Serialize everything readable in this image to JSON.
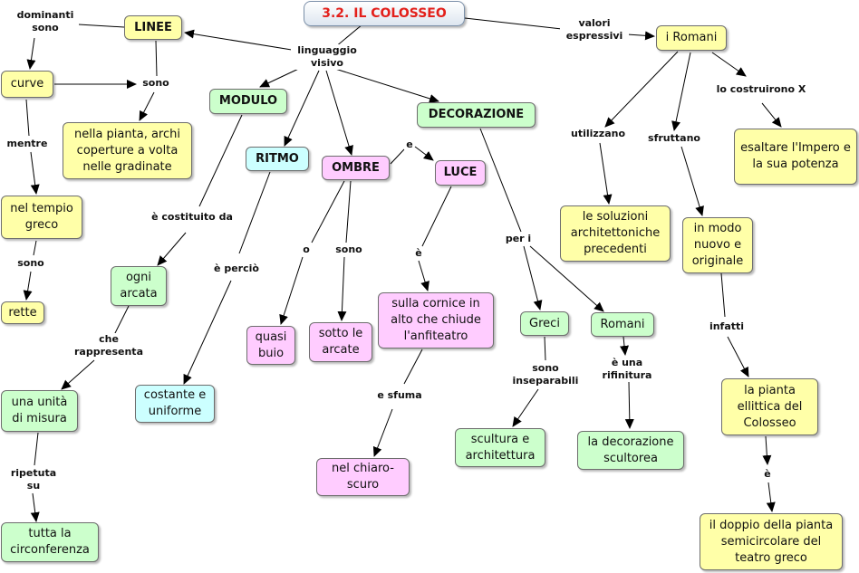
{
  "colors": {
    "title_text": "#e3201b",
    "line": "#000000",
    "yellow": "#ffffa8",
    "green": "#ccffcc",
    "cyan": "#ccffff",
    "pink": "#ffccff"
  },
  "nodes": {
    "title": "3.2. IL COLOSSEO",
    "linee": "LINEE",
    "curve": "curve",
    "pianta_archi": "nella pianta, archi coperture a volta nelle gradinate",
    "tempio_greco": "nel tempio greco",
    "rette": "rette",
    "modulo": "MODULO",
    "ogni_arcata": "ogni arcata",
    "unita_misura": "una unità di misura",
    "circonferenza": "tutta la circonferenza",
    "ritmo": "RITMO",
    "costante": "costante e uniforme",
    "ombre": "OMBRE",
    "quasi_buio": "quasi buio",
    "sotto_arcate": "sotto le arcate",
    "luce": "LUCE",
    "cornice": "sulla cornice in alto che chiude l'anfiteatro",
    "chiaroscuro": "nel chiaro-scuro",
    "decorazione": "DECORAZIONE",
    "greci": "Greci",
    "scultura": "scultura e architettura",
    "romani_dec": "Romani",
    "decorazione_scultorea": "la decorazione scultorea",
    "i_romani": "i Romani",
    "soluzioni": "le soluzioni architettoniche precedenti",
    "modo_nuovo": "in modo nuovo e originale",
    "pianta_ellittica": "la pianta ellittica del Colosseo",
    "doppio": "il doppio della pianta semicircolare del teatro greco",
    "esaltare": "esaltare l'Impero e la sua potenza"
  },
  "labels": {
    "dominanti_sono": "dominanti sono",
    "linguaggio_visivo": "linguaggio visivo",
    "valori_espressivi": "valori espressivi",
    "sono_linee": "sono",
    "mentre": "mentre",
    "sono_rette": "sono",
    "e_costituito_da": "è costituito da",
    "che_rappresenta": "che rappresenta",
    "ripetuta_su": "ripetuta su",
    "e_percio": "è perciò",
    "o": "o",
    "sono_ombre": "sono",
    "e_luce": "e",
    "e_luce2": "è",
    "e_sfuma": "e sfuma",
    "per_i": "per i",
    "sono_inseparabili": "sono inseparabili",
    "e_una_rifinitura": "è una rifinitura",
    "utilizzano": "utilizzano",
    "sfruttano": "sfruttano",
    "lo_costruirono_x": "lo costruirono X",
    "infatti": "infatti",
    "e_doppio": "è"
  }
}
